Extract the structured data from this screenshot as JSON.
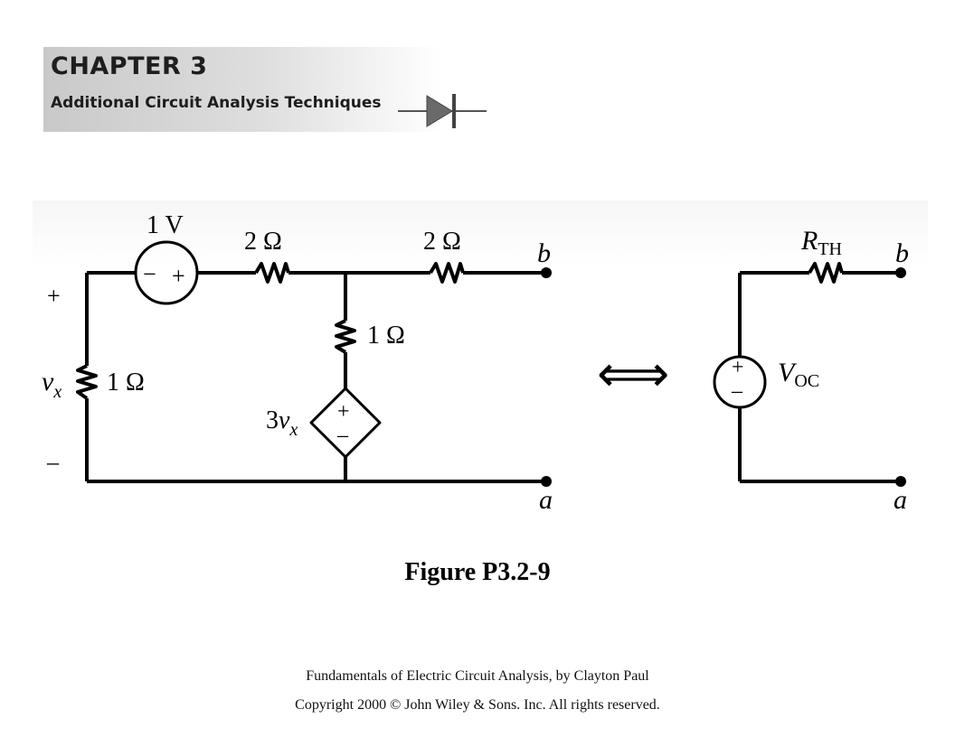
{
  "banner": {
    "chapter": "CHAPTER 3",
    "subtitle": "Additional Circuit Analysis Techniques"
  },
  "circuit": {
    "source_label": "1 V",
    "source_minus": "−",
    "source_plus": "+",
    "r_left_label": "2 Ω",
    "r_right_label": "2 Ω",
    "r_mid_label": "1 Ω",
    "r_vx_label": "1 Ω",
    "vx_plus": "+",
    "vx_minus": "–",
    "vx_symbol": "v",
    "vx_sub": "x",
    "dep_coeff": "3",
    "dep_symbol": "v",
    "dep_sub": "x",
    "dep_plus": "+",
    "dep_minus": "–",
    "terminal_b": "b",
    "terminal_a": "a"
  },
  "equivalence_symbol": "⟺",
  "thevenin": {
    "r_symbol": "R",
    "r_sub": "TH",
    "v_symbol": "V",
    "v_sub": "OC",
    "v_plus": "+",
    "v_minus": "–",
    "terminal_b": "b",
    "terminal_a": "a"
  },
  "caption": "Figure P3.2-9",
  "footer": {
    "line1": "Fundamentals of Electric Circuit Analysis, by Clayton Paul",
    "line2": "Copyright 2000 © John Wiley & Sons. Inc. All rights reserved."
  }
}
